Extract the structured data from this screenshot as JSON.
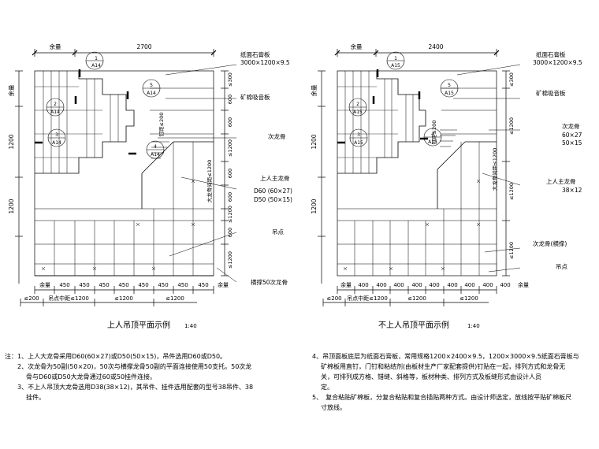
{
  "left": {
    "top_dims": [
      "余量",
      "2700"
    ],
    "left_dims": [
      "余量",
      "1200",
      "1200"
    ],
    "right_dims": [
      "≤300",
      "600",
      "600",
      "≤1200",
      "600",
      "600",
      "≤1200",
      "600",
      "≤1200"
    ],
    "bottom_dims": [
      "余量",
      "450",
      "450",
      "450",
      "450",
      "450",
      "450",
      "450",
      "450",
      "余量"
    ],
    "bottom_row2": [
      "≤200",
      "吊点中距≤1200",
      "≤1200",
      "≤1200"
    ],
    "hanger_spacing": "钉距≤200",
    "spacing_vertical": "大龙骨间距≤1200",
    "callouts": [
      {
        "num": "1",
        "ref": "A14"
      },
      {
        "num": "5",
        "ref": "A14"
      },
      {
        "num": "2",
        "ref": "A14"
      },
      {
        "num": "3",
        "ref": "A14"
      },
      {
        "num": "4",
        "ref": "A14"
      }
    ],
    "labels": {
      "gypsum": "纸面石膏板",
      "gypsum_size": "3000×1200×9.5",
      "mineral": "矿棉吸音板",
      "sub_keel": "次龙骨",
      "main_keel": "上人主龙骨",
      "main_keel_spec1": "D60 (60×27)",
      "main_keel_spec2": "D50 (50×15)",
      "hanger": "吊点",
      "brace": "横撑50次龙骨"
    },
    "title": "上人吊顶平面示例",
    "scale": "1:40"
  },
  "right": {
    "top_dims": [
      "余量",
      "2400"
    ],
    "left_dims": [
      "余量",
      "1200",
      "1200"
    ],
    "right_dims": [
      "≤300",
      "≤1200",
      "≤1200",
      "≤1200"
    ],
    "bottom_dims": [
      "余量",
      "400",
      "400",
      "400",
      "400",
      "400",
      "400",
      "400",
      "400",
      "400",
      "余量"
    ],
    "bottom_row2": [
      "≤200",
      "吊点中距≤1200",
      "≤1200",
      "≤1200"
    ],
    "hanger_spacing": "钉距≤200",
    "spacing_vertical": "大龙骨间距≤1200",
    "callouts": [
      {
        "num": "1",
        "ref": "A15"
      },
      {
        "num": "5",
        "ref": "A15"
      },
      {
        "num": "2",
        "ref": "A15"
      },
      {
        "num": "3",
        "ref": "A15"
      },
      {
        "num": "4",
        "ref": "A15"
      }
    ],
    "labels": {
      "gypsum": "纸面石膏板",
      "gypsum_size": "3000×1200×9.5",
      "mineral": "矿棉吸音板",
      "sub_keel": "次龙骨",
      "sub_keel_spec1": "60×27",
      "sub_keel_spec2": "50×15",
      "main_keel": "上人主龙骨",
      "main_keel_spec1": "38×12",
      "sub_keel_brace": "次龙骨(横撑)",
      "hanger": "吊点"
    },
    "title": "不上人吊顶平面示例",
    "scale": "1:40"
  },
  "notes_left": [
    "注：1、上人大龙骨采用D60(60×27)或D50(50×15)，吊件选用D60或D50。",
    "2、次龙骨为50副(50×20)，50次与横撑龙骨50副的平面连接使用50支托。50次龙",
    "骨与D60或D50大龙骨通过60或50挂件连接。",
    "3、不上人吊顶大龙骨选用D38(38×12)，其吊件、挂件选用配套的型号38吊件、38",
    "挂件。"
  ],
  "notes_right": [
    "4、吊顶面板底层为纸面石膏板，常用规格1200×2400×9.5，1200×3000×9.5纸面石膏板与",
    "矿棉板用直钉，门钉和粘结剂(由板材生产厂家配套提供)钉贴在一起，排列方式和龙骨无",
    "关，可排列成方格、错缝、斜格等，板材种类、排列方式及板缝形式由设计人员",
    "定。",
    "5、　复合粘贴矿棉板，分复合粘贴和复合插贴两种方式。由设计师选定，放线按平贴矿棉板尺",
    "寸放线。"
  ]
}
